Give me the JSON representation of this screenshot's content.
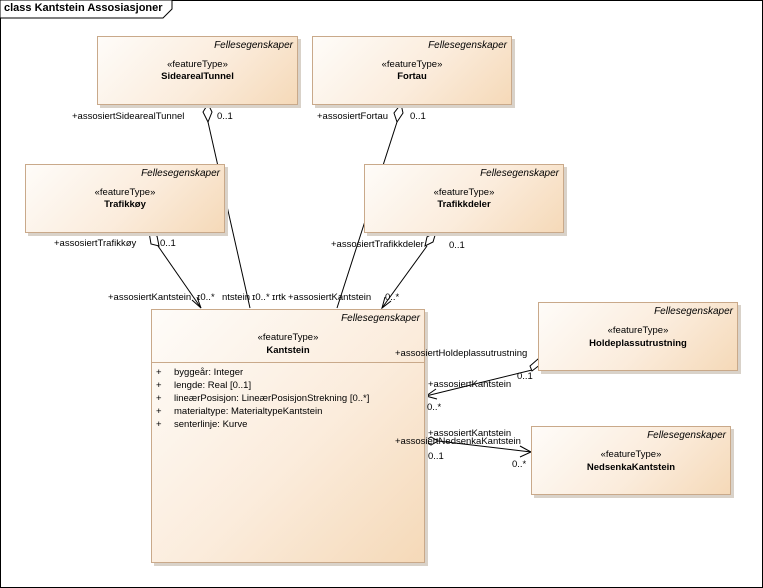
{
  "diagram": {
    "title": "class Kantstein Assosiasjoner"
  },
  "classes": {
    "sidearealtunnel": {
      "package": "Fellesegenskaper",
      "stereotype": "«featureType»",
      "name": "SidearealTunnel"
    },
    "fortau": {
      "package": "Fellesegenskaper",
      "stereotype": "«featureType»",
      "name": "Fortau"
    },
    "trafikkoy": {
      "package": "Fellesegenskaper",
      "stereotype": "«featureType»",
      "name": "Trafikkøy"
    },
    "trafikkdeler": {
      "package": "Fellesegenskaper",
      "stereotype": "«featureType»",
      "name": "Trafikkdeler"
    },
    "kantstein": {
      "package": "Fellesegenskaper",
      "stereotype": "«featureType»",
      "name": "Kantstein",
      "attributes": [
        {
          "visibility": "+",
          "text": "byggeår: Integer"
        },
        {
          "visibility": "+",
          "text": "lengde: Real [0..1]"
        },
        {
          "visibility": "+",
          "text": "lineærPosisjon: LineærPosisjonStrekning [0..*]"
        },
        {
          "visibility": "+",
          "text": "materialtype: MaterialtypeKantstein"
        },
        {
          "visibility": "+",
          "text": "senterlinje: Kurve"
        }
      ]
    },
    "holdeplass": {
      "package": "Fellesegenskaper",
      "stereotype": "«featureType»",
      "name": "Holdeplassutrustning"
    },
    "nedsenka": {
      "package": "Fellesegenskaper",
      "stereotype": "«featureType»",
      "name": "NedsenkaKantstein"
    }
  },
  "labels": {
    "role_sidearealtunnel": "+assosiertSidearealTunnel",
    "mult_sidearealtunnel": "0..1",
    "role_fortau": "+assosiertFortau",
    "mult_fortau": "0..1",
    "role_trafikkoy": "+assosiertTrafikkøy",
    "mult_trafikkoy": "0..1",
    "role_trafikkdeler": "+assosiertTrafikkdeler",
    "mult_trafikkdeler": "0..1",
    "kantstein_top_1": "+assosiertKantstein",
    "kantstein_top_2": "ɪ0..*",
    "kantstein_top_3": "ntstein",
    "kantstein_top_4": "ɪ0..*",
    "kantstein_top_5": "ɪrtk",
    "kantstein_top_6": "+assosiertKantstein",
    "kantstein_top_7": "0..*",
    "role_holdeplass": "+assosiertHoldeplassutrustning",
    "mult_holdeplass": "0..1",
    "role_kantstein_hold": "+assosiertKantstein",
    "mult_kantstein_hold": "0..*",
    "role_kantstein_ned": "+assosiertKantstein",
    "role_nedsenka": "+assosiertNedsenkaKantstein",
    "mult_kantstein_ned": "0..1",
    "mult_nedsenka": "0..*"
  },
  "colors": {
    "class_fill_light": "#fefcf9",
    "class_fill_dark": "#f5d9b8",
    "class_border": "#c9a98a",
    "line": "#000000"
  }
}
